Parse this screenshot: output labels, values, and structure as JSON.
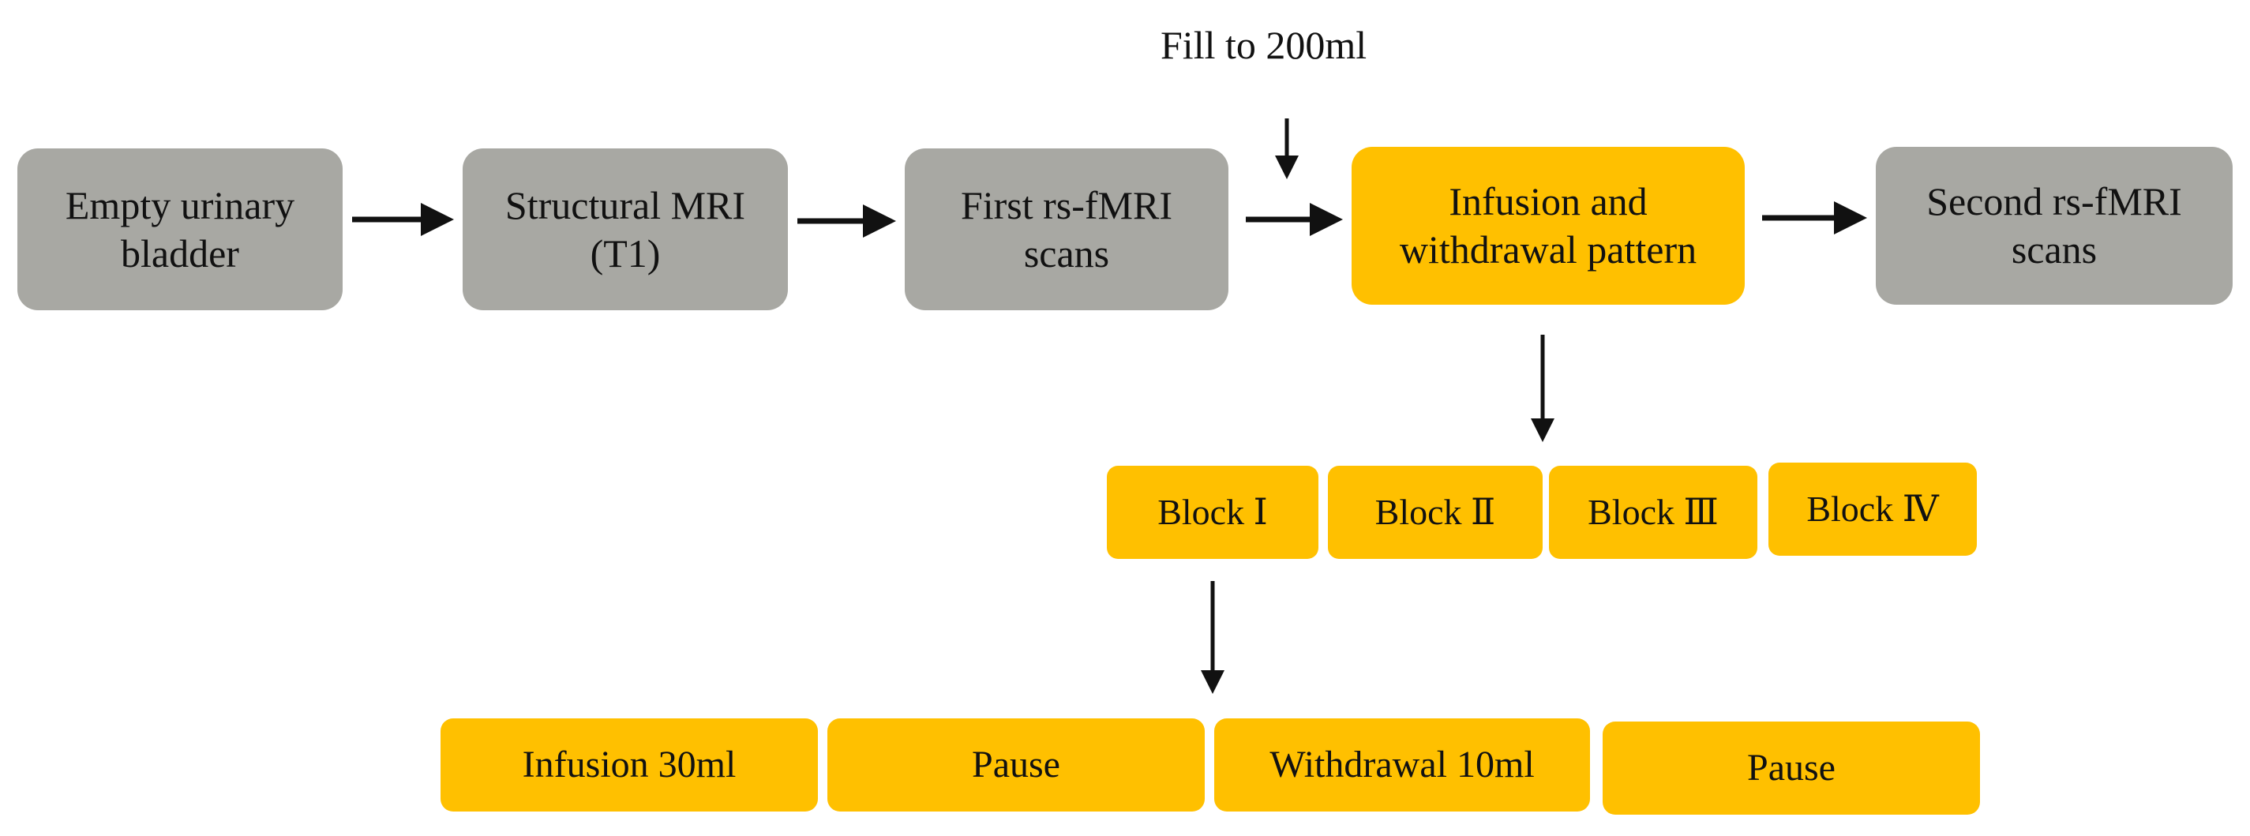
{
  "top_label": "Fill to 200ml",
  "steps": [
    {
      "line1": "Empty urinary",
      "line2": "bladder"
    },
    {
      "line1": "Structural MRI",
      "line2": "(T1)"
    },
    {
      "line1": "First rs-fMRI",
      "line2": "scans"
    },
    {
      "line1": "Infusion and",
      "line2": "withdrawal pattern"
    },
    {
      "line1": "Second rs-fMRI",
      "line2": "scans"
    }
  ],
  "blocks": [
    "Block Ⅰ",
    "Block Ⅱ",
    "Block Ⅲ",
    "Block Ⅳ"
  ],
  "phases": [
    "Infusion 30ml",
    "Pause",
    "Withdrawal 10ml",
    "Pause"
  ],
  "colors": {
    "grey": "#a8a8a3",
    "yellow": "#ffc000",
    "arrow": "#111111"
  }
}
